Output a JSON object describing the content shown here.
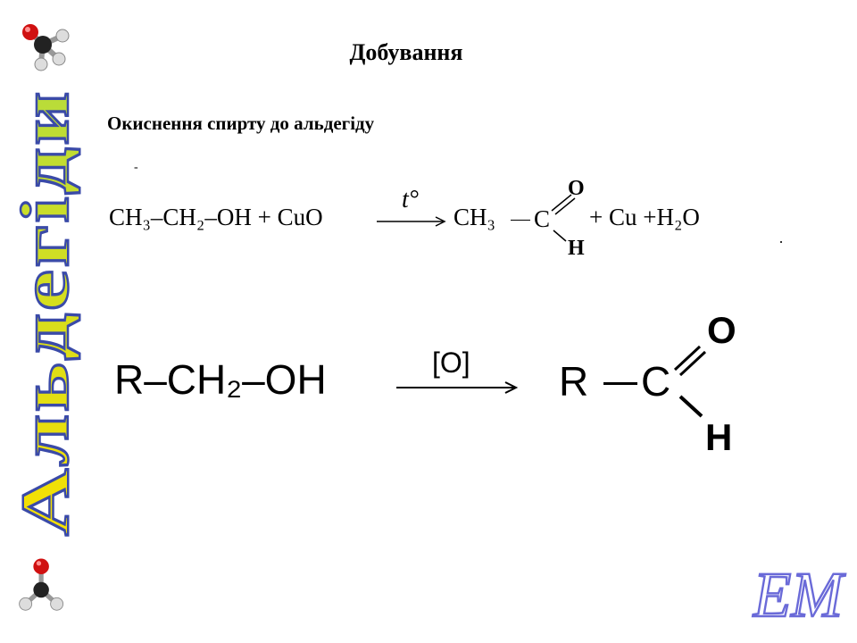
{
  "slide": {
    "side_title": "Альдегіди",
    "title": "Добування",
    "subtitle": "Окиснення спирту до альдегіду",
    "stray_mark": "-"
  },
  "reaction1": {
    "reactant_1": "CH₃–CH₂–OH",
    "plus_1": "+",
    "reactant_2": "CuO",
    "condition": "t°",
    "product_group": "CH₃",
    "carbon": "C",
    "oxygen": "O",
    "hydrogen": "H",
    "plus_2": "+",
    "product_2": "Cu",
    "plus_3": "+",
    "product_3": "H₂O"
  },
  "reaction2": {
    "reactant": "R–CH₂–OH",
    "condition": "[O]",
    "product_group": "R",
    "carbon": "C",
    "oxygen": "O",
    "hydrogen": "H"
  },
  "logo": {
    "text": "EM"
  },
  "colors": {
    "side_title_top": "#d8e84a",
    "side_title_bottom": "#f5c400",
    "side_title_outline": "#3a4aa8",
    "logo": "#6a6ad8",
    "oxygen_atom": "#d01010",
    "carbon_atom": "#222222",
    "hydrogen_atom": "#dddddd"
  }
}
